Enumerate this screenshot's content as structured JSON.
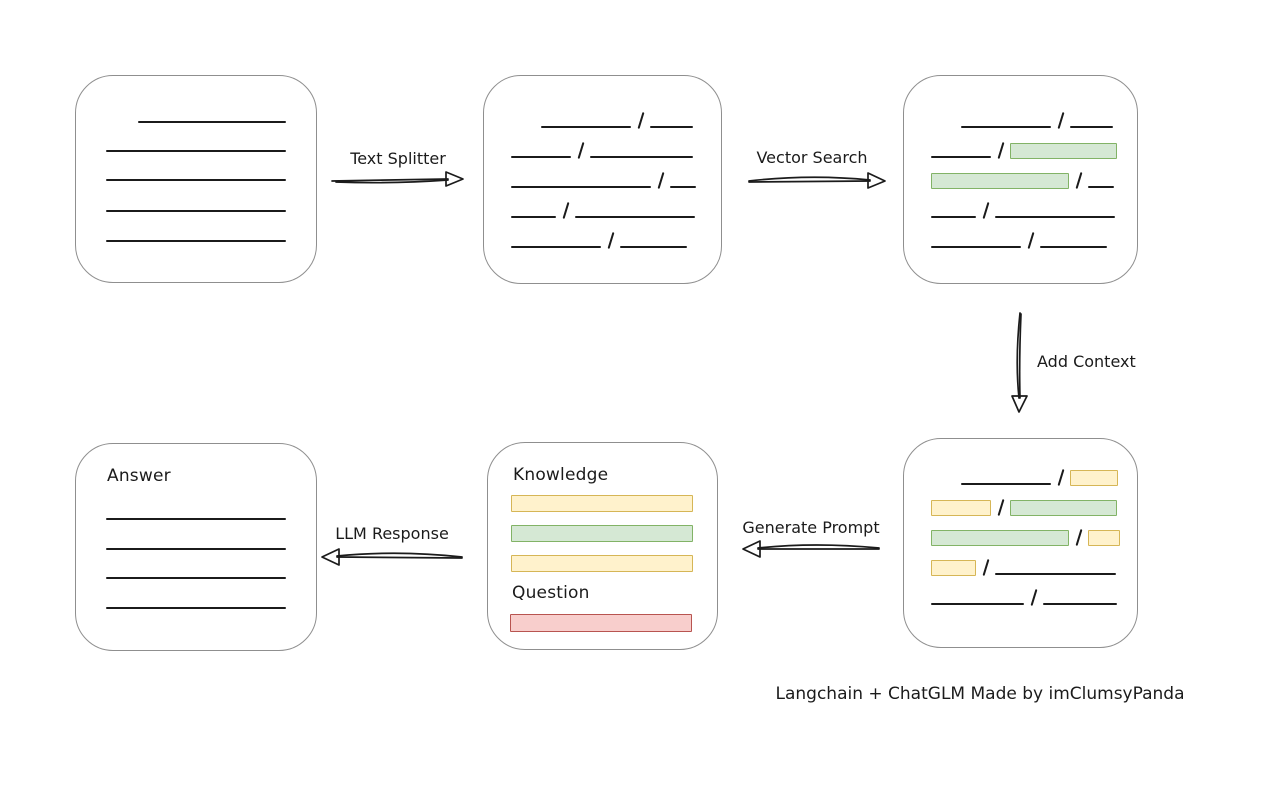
{
  "palette": {
    "background": "#ffffff",
    "line-color": "#1b1b1b",
    "box-border-color": "#8f8f8f",
    "green-fill": "#d5e8d4",
    "green-stroke": "#82b366",
    "yellow-fill": "#fff2cc",
    "yellow-stroke": "#d6b656",
    "red-fill": "#f8cecc",
    "red-stroke": "#b85450"
  },
  "arrows": {
    "text_splitter": {
      "label": "Text Splitter",
      "direction": "right"
    },
    "vector_search": {
      "label": "Vector Search",
      "direction": "right"
    },
    "add_context": {
      "label": "Add Context",
      "direction": "down"
    },
    "generate_prompt": {
      "label": "Generate Prompt",
      "direction": "left"
    },
    "llm_response": {
      "label": "LLM Response",
      "direction": "left"
    }
  },
  "nodes": {
    "document": {
      "description": "source document with 5 text lines"
    },
    "split_chunks": {
      "description": "document split into chunks, slashes mark split points"
    },
    "vector_matches": {
      "description": "split chunks with matched chunks highlighted",
      "highlights": [
        "green",
        "green"
      ]
    },
    "context_chunks": {
      "description": "chunks tagged as context and knowledge",
      "highlights": [
        "yellow",
        "yellow",
        "green",
        "green",
        "yellow",
        "yellow"
      ]
    },
    "prompt": {
      "knowledge_label": "Knowledge",
      "knowledge_bars": [
        "yellow",
        "green",
        "yellow"
      ],
      "question_label": "Question",
      "question_bars": [
        "red"
      ]
    },
    "answer": {
      "label": "Answer"
    }
  },
  "caption": {
    "text": "Langchain + ChatGLM Made by imClumsyPanda"
  }
}
